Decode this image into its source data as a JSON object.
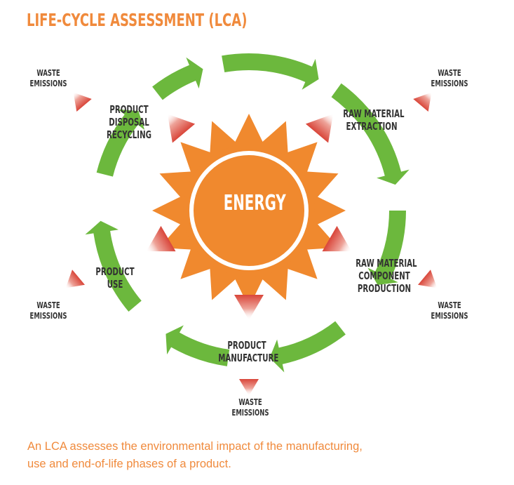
{
  "title": "LIFE-CYCLE ASSESSMENT (LCA)",
  "center_label": "ENERGY",
  "stages": [
    {
      "id": "raw-material-extraction",
      "lines": [
        "RAW MATERIAL",
        "EXTRACTION"
      ]
    },
    {
      "id": "raw-material-component-production",
      "lines": [
        "RAW MATERIAL",
        "COMPONENT",
        "PRODUCTION"
      ]
    },
    {
      "id": "product-manufacture",
      "lines": [
        "PRODUCT",
        "MANUFACTURE"
      ]
    },
    {
      "id": "product-use",
      "lines": [
        "PRODUCT",
        "USE"
      ]
    },
    {
      "id": "product-disposal-recycling",
      "lines": [
        "PRODUCT",
        "DISPOSAL",
        "RECYCLING"
      ]
    }
  ],
  "waste_label": [
    "WASTE",
    "EMISSIONS"
  ],
  "caption": [
    "An LCA assesses the environmental impact of the manufacturing,",
    "use and end-of-life phases of a product."
  ],
  "colors": {
    "title": "#f08a3c",
    "sun": "#f0892e",
    "cycle_arrow": "#6cb83d",
    "waste_triangle": "#d9463a",
    "label_text": "#333333"
  }
}
